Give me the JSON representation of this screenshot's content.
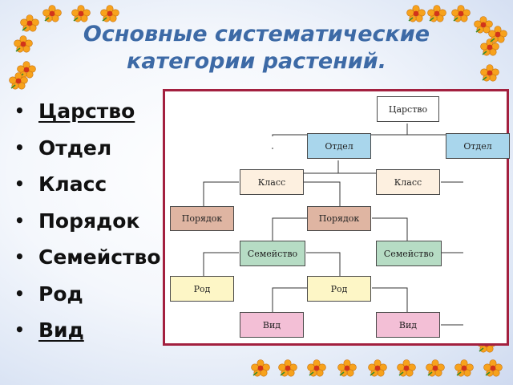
{
  "title": {
    "line1": "Основные систематические",
    "line2": "категории растений."
  },
  "bullets": [
    {
      "label": "Царство",
      "underlined": true
    },
    {
      "label": "Отдел",
      "underlined": false
    },
    {
      "label": "Класс",
      "underlined": false
    },
    {
      "label": "Порядок",
      "underlined": false
    },
    {
      "label": "Семейство",
      "underlined": false
    },
    {
      "label": "Род",
      "underlined": false
    },
    {
      "label": "Вид",
      "underlined": true
    }
  ],
  "diagram": {
    "nodes": {
      "kingdom": "Царство",
      "division_1": "Отдел",
      "division_2": "Отдел",
      "class_1": "Класс",
      "class_2": "Класс",
      "order_1": "Порядок",
      "order_2": "Порядок",
      "family_1": "Семейство",
      "family_2": "Семейство",
      "genus_1": "Род",
      "genus_2": "Род",
      "species_1": "Вид",
      "species_2": "Вид"
    },
    "colors": {
      "kingdom": "#ffffff",
      "division": "#a9d6ec",
      "class": "#fdf0e0",
      "order": "#dfb5a2",
      "family": "#b6dcc4",
      "genus": "#fdf6c6",
      "species": "#f3bfd6",
      "frame_border": "#a3203f"
    }
  },
  "decoration": {
    "flower_icon": "orange-flower-icon",
    "flower_color": "#f7a21c",
    "title_color": "#3d6aa6"
  }
}
